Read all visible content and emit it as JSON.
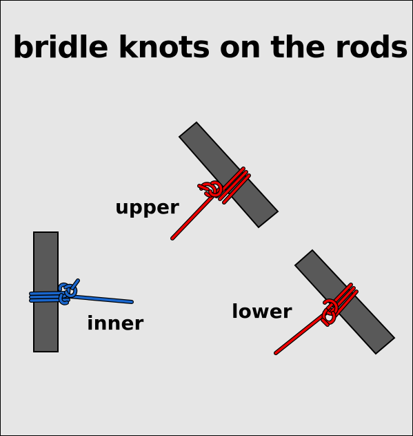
{
  "title": "bridle knots on the rods",
  "labels": {
    "upper": "upper",
    "lower": "lower",
    "inner": "inner"
  },
  "colors": {
    "background": "#e6e6e6",
    "rod": "#595959",
    "rod_outline": "#000000",
    "upper_line": "#ee0000",
    "lower_line": "#ee0000",
    "inner_line": "#1a66cc"
  }
}
